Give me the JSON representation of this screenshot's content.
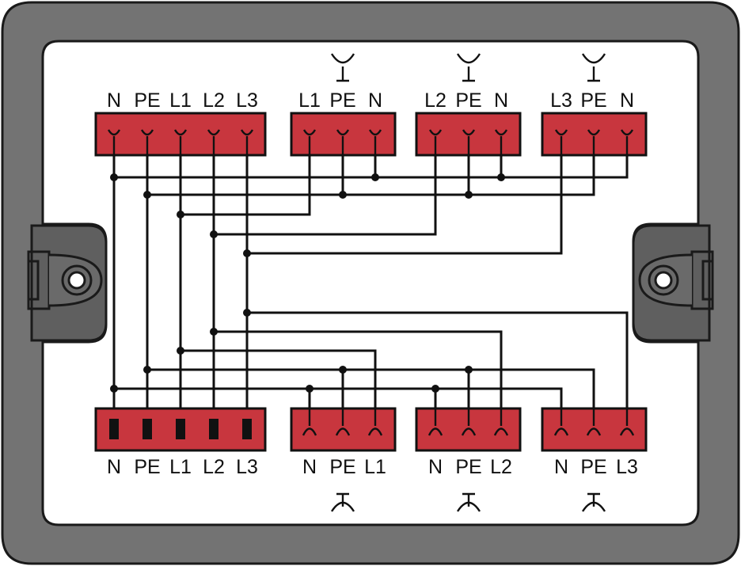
{
  "colors": {
    "housing": "#737373",
    "housing_stroke": "#1a1a1a",
    "panel": "#ffffff",
    "terminal_block": "#c8363e",
    "ink": "#111111"
  },
  "blocks": {
    "top_input": {
      "labels": [
        "N",
        "PE",
        "L1",
        "L2",
        "L3"
      ]
    },
    "top_out_1": {
      "labels": [
        "L1",
        "PE",
        "N"
      ]
    },
    "top_out_2": {
      "labels": [
        "L2",
        "PE",
        "N"
      ]
    },
    "top_out_3": {
      "labels": [
        "L3",
        "PE",
        "N"
      ]
    },
    "bottom_input": {
      "labels": [
        "N",
        "PE",
        "L1",
        "L2",
        "L3"
      ]
    },
    "bottom_out_1": {
      "labels": [
        "N",
        "PE",
        "L1"
      ]
    },
    "bottom_out_2": {
      "labels": [
        "N",
        "PE",
        "L2"
      ]
    },
    "bottom_out_3": {
      "labels": [
        "N",
        "PE",
        "L3"
      ]
    }
  },
  "icons": {
    "top_plug": "plug-icon",
    "bottom_socket": "socket-icon",
    "mount": "mounting-screw-icon"
  }
}
